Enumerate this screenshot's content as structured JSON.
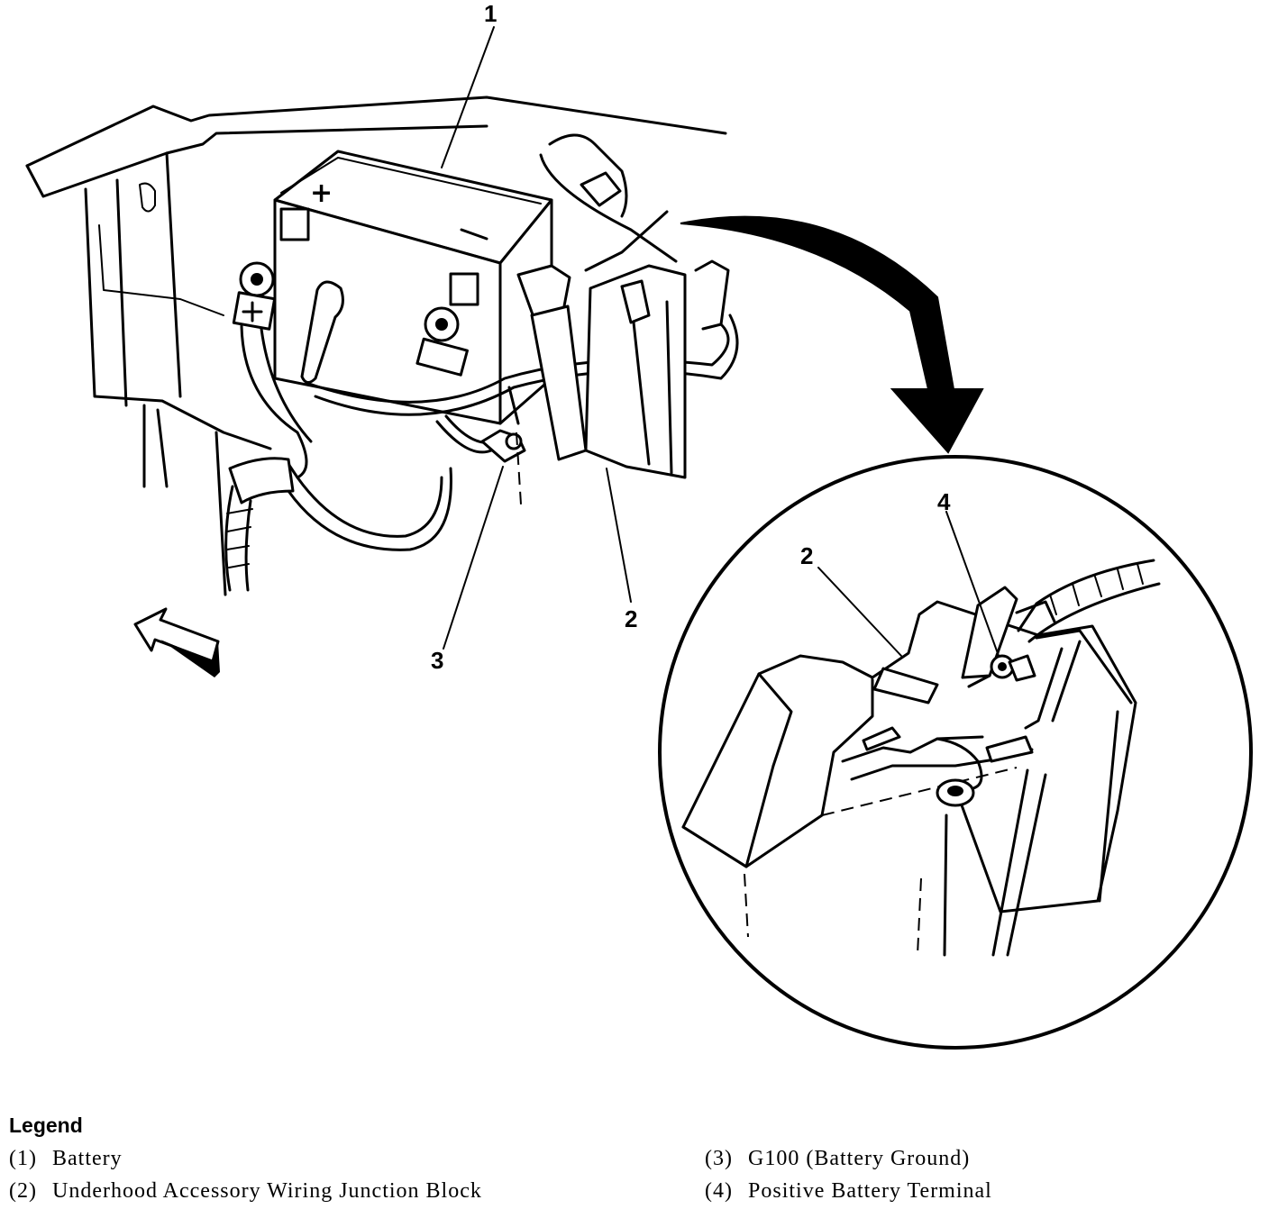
{
  "diagram": {
    "callouts": [
      "1",
      "2",
      "3",
      "2",
      "4"
    ]
  },
  "legend": {
    "title": "Legend",
    "items": [
      {
        "num": "(1)",
        "text": "Battery"
      },
      {
        "num": "(2)",
        "text": "Underhood Accessory Wiring Junction Block"
      },
      {
        "num": "(3)",
        "text": "G100 (Battery Ground)"
      },
      {
        "num": "(4)",
        "text": "Positive Battery Terminal"
      }
    ]
  }
}
